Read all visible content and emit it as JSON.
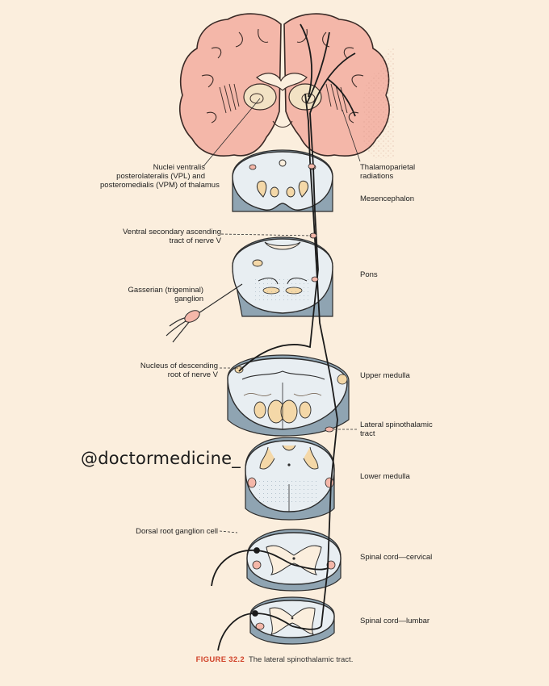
{
  "labels": {
    "vpl_vpm": [
      "Nuclei ventralis",
      "posterolateralis (VPL) and",
      "posteromedialis (VPM) of thalamus"
    ],
    "thalamoparietal": [
      "Thalamoparietal",
      "radiations"
    ],
    "mesencephalon": "Mesencephalon",
    "ventral_secondary": [
      "Ventral secondary ascending",
      "tract of nerve V"
    ],
    "pons": "Pons",
    "gasserian": [
      "Gasserian (trigeminal)",
      "ganglion"
    ],
    "nucleus_descending": [
      "Nucleus of descending",
      "root of nerve V"
    ],
    "upper_medulla": "Upper medulla",
    "lateral_spinothalamic": [
      "Lateral spinothalamic",
      "tract"
    ],
    "lower_medulla": "Lower medulla",
    "dorsal_root": "Dorsal root ganglion cell",
    "spinal_cervical": "Spinal cord—cervical",
    "spinal_lumbar": "Spinal cord—lumbar"
  },
  "watermark": "@doctormedicine_",
  "caption": {
    "figure": "FIGURE 32.2",
    "text": "The lateral spinothalamic tract."
  },
  "colors": {
    "background": "#fbeedd",
    "cortex": "#f4b7a9",
    "section": "#e8eef2",
    "nucleus": "#f4d8a8",
    "accent": "#d1432a"
  }
}
